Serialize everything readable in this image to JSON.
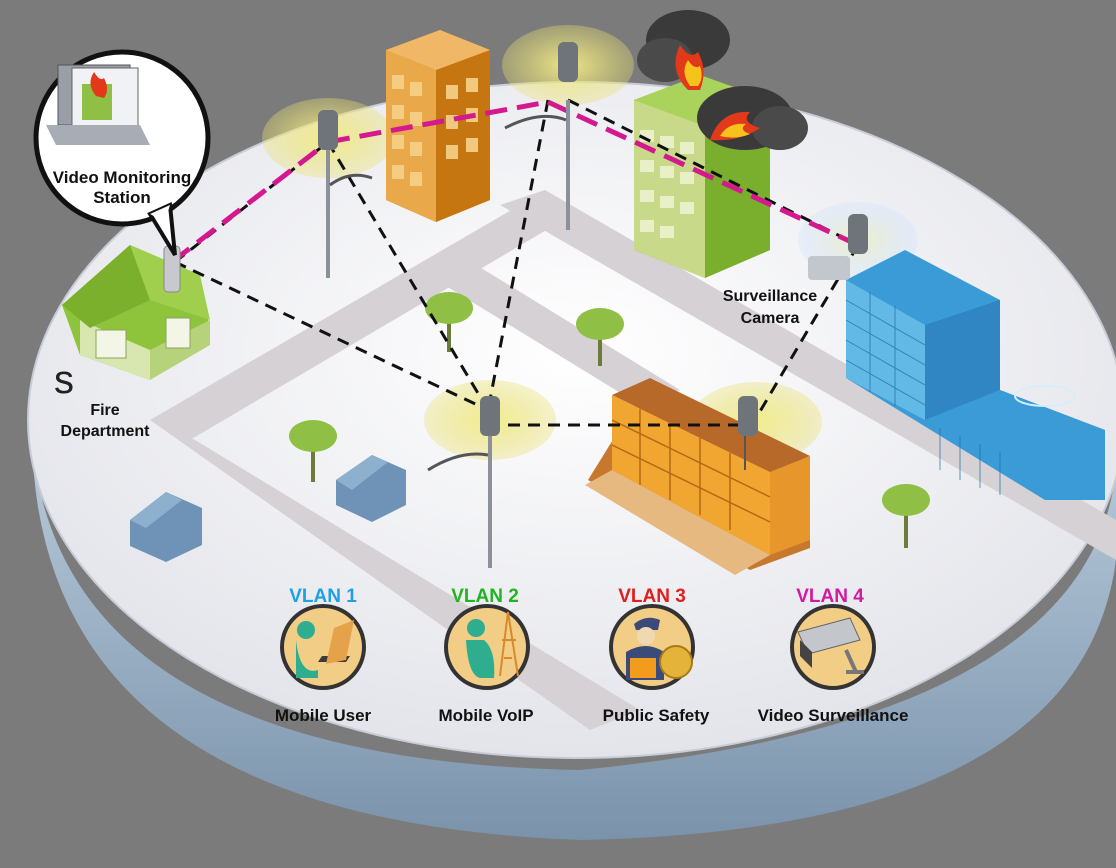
{
  "labels": {
    "video_station_line1": "Video Monitoring",
    "video_station_line2": "Station",
    "fire_dept_line1": "Fire",
    "fire_dept_line2": "Department",
    "camera_line1": "Surveillance",
    "camera_line2": "Camera",
    "edge_fragment": "s"
  },
  "vlans": [
    {
      "name": "VLAN 1",
      "color": "#1ea0e6",
      "caption": "Mobile User",
      "icon": "mobile-user-icon"
    },
    {
      "name": "VLAN 2",
      "color": "#22b322",
      "caption": "Mobile VoIP",
      "icon": "mobile-voip-icon"
    },
    {
      "name": "VLAN 3",
      "color": "#e01e1e",
      "caption": "Public Safety",
      "icon": "police-icon"
    },
    {
      "name": "VLAN 4",
      "color": "#d01aa0",
      "caption": "Video Surveillance",
      "icon": "camera-icon"
    }
  ],
  "colors": {
    "background": "#7b7b7b",
    "platform_top": "#eeeef2",
    "platform_side": "#8ea7bf",
    "mesh_link": "#111111",
    "video_path": "#d4198f",
    "node_coverage": "#e8e070"
  }
}
